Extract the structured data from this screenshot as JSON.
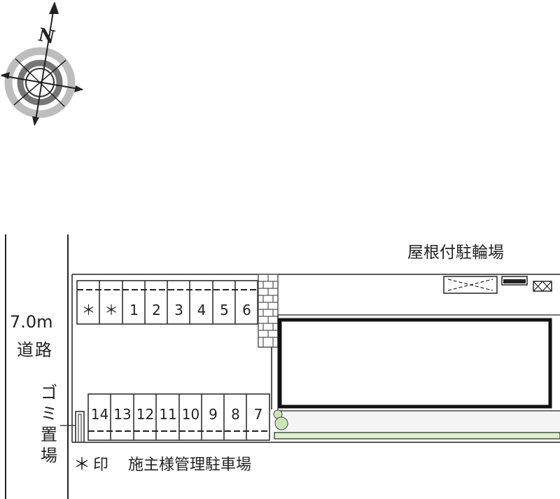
{
  "compass": {
    "north_label": "N"
  },
  "road": {
    "width": "7.0m",
    "label": "道路"
  },
  "garbage": {
    "label": "ゴミ置場"
  },
  "bicycle": {
    "label": "屋根付駐輪場"
  },
  "legend": {
    "mark": "＊",
    "mark_label": "印",
    "text": "施主様管理駐車場"
  },
  "parking": {
    "top_row": [
      "＊",
      "＊",
      "1",
      "2",
      "3",
      "4",
      "5",
      "6"
    ],
    "bottom_row": [
      "14",
      "13",
      "12",
      "11",
      "10",
      "9",
      "8",
      "7"
    ]
  },
  "colors": {
    "line": "#222222",
    "wall": "#555555",
    "green_strip": "#dcefcf",
    "plant": "#c9e6b6",
    "compass_ring": "#bdbdbd"
  }
}
